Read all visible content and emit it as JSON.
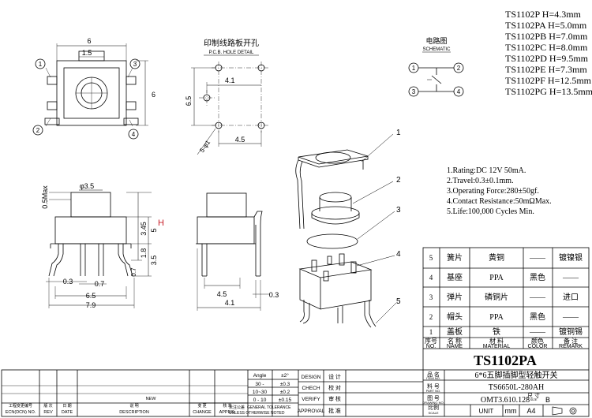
{
  "models": [
    "TS1102P  H=4.3mm",
    "TS1102PA  H=5.0mm",
    "TS1102PB  H=7.0mm",
    "TS1102PC  H=8.0mm",
    "TS1102PD  H=9.5mm",
    "TS1102PE  H=7.3mm",
    "TS1102PF  H=12.5mm",
    "TS1102PG  H=13.5mm"
  ],
  "pcb": {
    "title_cn": "印制线路板开孔",
    "title_en": "P.C.B. HOLE DETAIL"
  },
  "schematic": {
    "title_cn": "电路图",
    "title_en": "SCHEMATIC"
  },
  "pins": [
    "1",
    "2",
    "3",
    "4"
  ],
  "dims": {
    "top_width": "6",
    "top_inner": "1.5",
    "top_side": "6",
    "pcb_h": "6.5",
    "pcb_w": "4.1",
    "pcb_bottom": "4.5",
    "pcb_hole": "5-φ1",
    "max": "0.5Max",
    "phi": "φ3.5",
    "h_label": "H",
    "v345": "3.45",
    "v5": "5",
    "v18": "1.8",
    "v35": "3.5",
    "v07v": "0.7",
    "d03": "0.3",
    "d07": "0.7",
    "d65": "6.5",
    "d79": "7.9",
    "s45": "4.5",
    "s41": "4.1",
    "s03": "0.3"
  },
  "callouts": [
    "1",
    "2",
    "3",
    "4",
    "5"
  ],
  "specs": [
    "1.Rating:DC 12V 50mA.",
    "2.Travel:0.3±0.1mm.",
    "3.Operating Force:280±50gf.",
    "4.Contact Resistance:50mΩMax.",
    "5.Life:100,000 Cycles Min."
  ],
  "bom": {
    "rows": [
      {
        "no": "5",
        "name": "簧片",
        "material": "黄铜",
        "color": "——",
        "remark": "镀镍银"
      },
      {
        "no": "4",
        "name": "基座",
        "material": "PPA",
        "color": "黑色",
        "remark": "——"
      },
      {
        "no": "3",
        "name": "弹片",
        "material": "磷铜片",
        "color": "——",
        "remark": "进口"
      },
      {
        "no": "2",
        "name": "帽头",
        "material": "PPA",
        "color": "黑色",
        "remark": "——"
      },
      {
        "no": "1",
        "name": "盖板",
        "material": "铁",
        "color": "——",
        "remark": "镀铜锡"
      }
    ],
    "header": {
      "no_cn": "序号",
      "no_en": "NO.",
      "name_cn": "名 称",
      "name_en": "NAME",
      "mat_cn": "材 料",
      "mat_en": "MATERIAL",
      "color_cn": "颜色",
      "color_en": "COLOR",
      "remark_cn": "备 注",
      "remark_en": "REMARK"
    }
  },
  "title_block": {
    "part": "TS1102PA",
    "desc": "6*6五脚插脚型轻触开关",
    "part_no": "TS6650L-280AH",
    "drawing_no": "OMT3.610.128",
    "size": "B",
    "unit_value": "mm",
    "paper": "A4",
    "item_cn": "品 名",
    "item_en": "ITEM NO.",
    "partno_cn": "料 号",
    "partno_en": "PART NO.",
    "drawing_cn": "图 号",
    "drawing_en": "DRAWING NO.",
    "size_cn": "尺 寸",
    "size_en": "SIZE",
    "unit": "UNIT",
    "scale_en": "SCALE",
    "scale_cn": "比例"
  },
  "tolerance": {
    "rows": [
      {
        "label": "Angle",
        "value": "±2°"
      },
      {
        "label": "30 -",
        "value": "±0.3"
      },
      {
        "label": "10~30",
        "value": "±0.2"
      },
      {
        "label": "0 - 10",
        "value": "±0.15"
      }
    ],
    "note_cn": "未注公差",
    "note_en1": "GENERAL TOLERANCE",
    "note_en2": "UNLESS OTHERWISE NOTED"
  },
  "approval": [
    {
      "en": "DESIGN",
      "cn": "设 计"
    },
    {
      "en": "CHECH",
      "cn": "校 对"
    },
    {
      "en": "VERIFY",
      "cn": "审 核"
    },
    {
      "en": "APPROVAL",
      "cn": "批 准"
    }
  ],
  "revision": {
    "ecn_cn": "工程变更编号",
    "ecn_en": "ECN(DCN) NO.",
    "rev_cn": "版 次",
    "rev_en": "REV",
    "date_cn": "日 期",
    "date_en": "DATE",
    "desc_cn": "说 明",
    "desc_en": "DESCRIPTION",
    "new": "NEW",
    "change_cn": "变 更",
    "change_en": "CHANGE",
    "appro_cn": "核 准",
    "appro_en": "APPRO."
  }
}
